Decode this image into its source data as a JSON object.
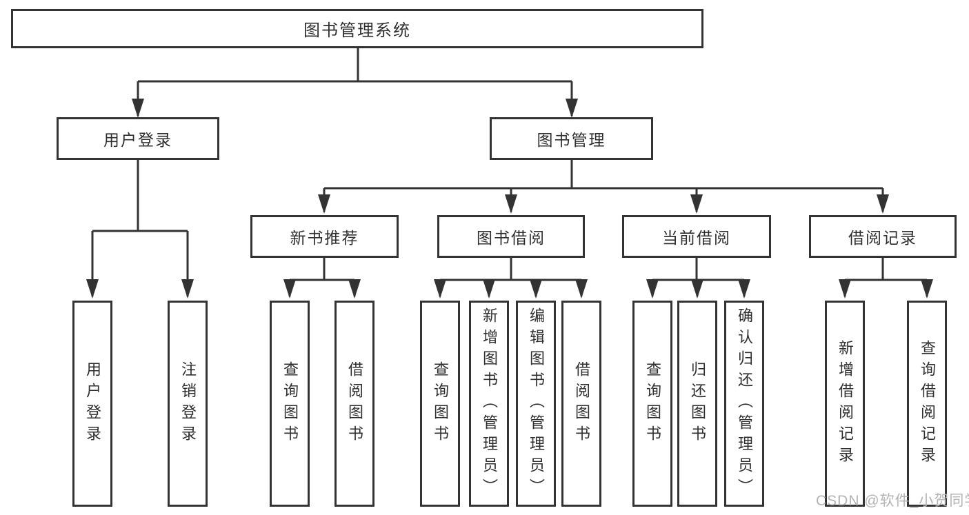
{
  "colors": {
    "line": "#333333",
    "box_border": "#333333",
    "text": "#2f2f2f",
    "watermark": "#b3b3b3",
    "background": "#ffffff"
  },
  "diagram": {
    "root": {
      "label": "图书管理系统"
    },
    "level2": [
      {
        "label": "用户登录"
      },
      {
        "label": "图书管理"
      }
    ],
    "level3": [
      {
        "label": "新书推荐",
        "parent": "图书管理"
      },
      {
        "label": "图书借阅",
        "parent": "图书管理"
      },
      {
        "label": "当前借阅",
        "parent": "图书管理"
      },
      {
        "label": "借阅记录",
        "parent": "图书管理"
      }
    ],
    "leaves": [
      {
        "label": "用户登录",
        "parent": "用户登录"
      },
      {
        "label": "注销登录",
        "parent": "用户登录"
      },
      {
        "label": "查询图书",
        "parent": "新书推荐"
      },
      {
        "label": "借阅图书",
        "parent": "新书推荐"
      },
      {
        "label": "查询图书",
        "parent": "图书借阅"
      },
      {
        "label": "新增图书（管理员）",
        "parent": "图书借阅"
      },
      {
        "label": "编辑图书（管理员）",
        "parent": "图书借阅"
      },
      {
        "label": "借阅图书",
        "parent": "图书借阅"
      },
      {
        "label": "查询图书",
        "parent": "当前借阅"
      },
      {
        "label": "归还图书",
        "parent": "当前借阅"
      },
      {
        "label": "确认归还（管理员）",
        "parent": "当前借阅"
      },
      {
        "label": "新增借阅记录",
        "parent": "借阅记录"
      },
      {
        "label": "查询借阅记录",
        "parent": "借阅记录"
      }
    ]
  },
  "watermark": {
    "text": "CSDN @软件_小贺同学"
  }
}
